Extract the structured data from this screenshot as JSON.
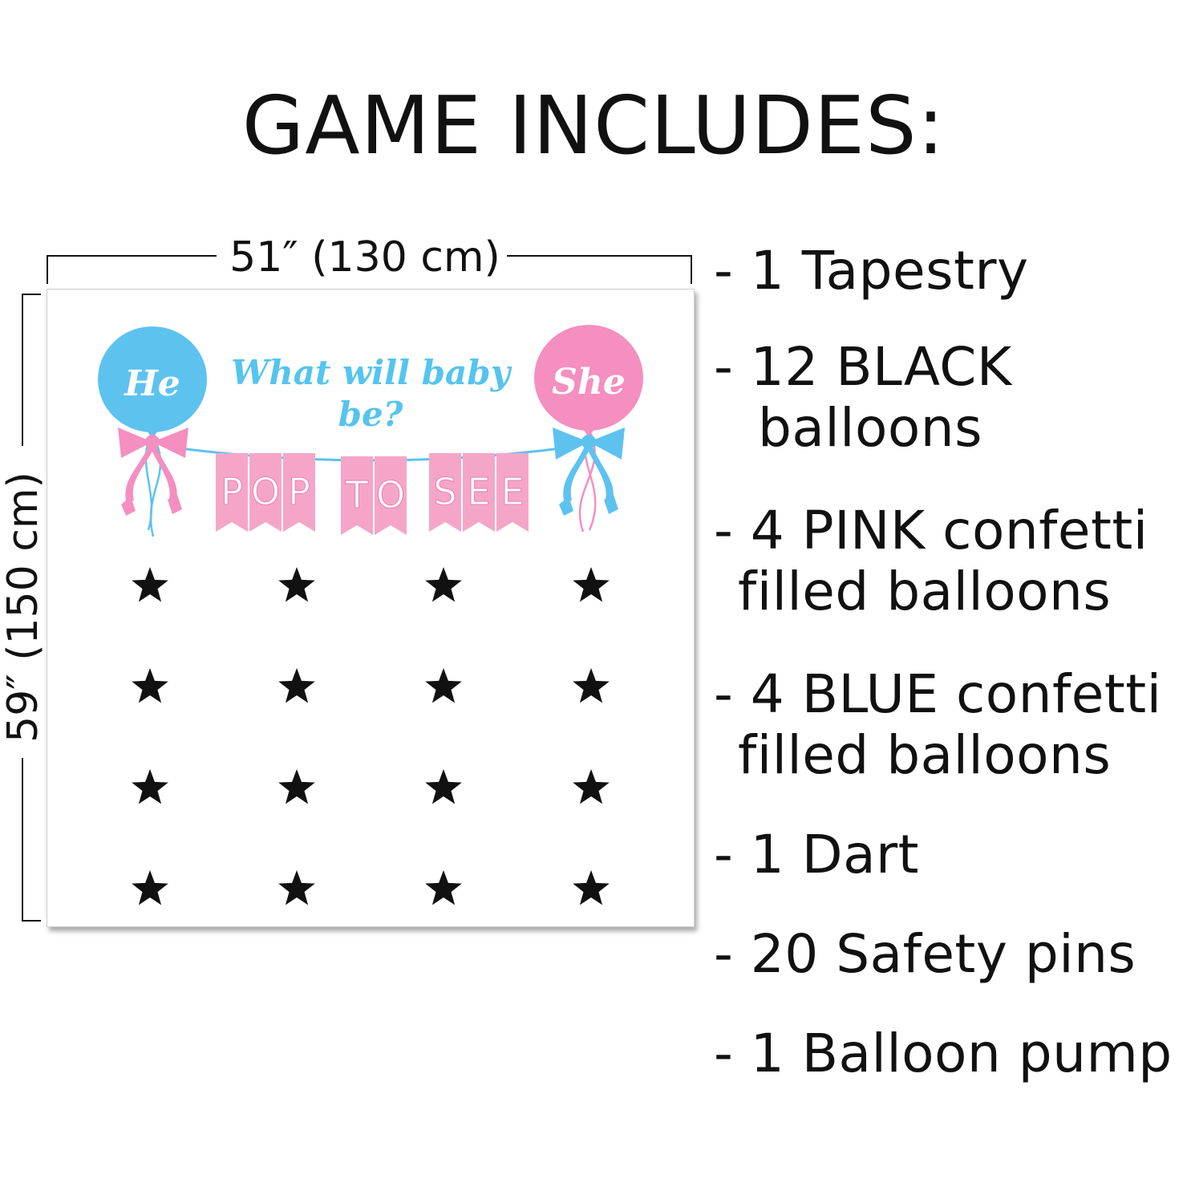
{
  "title": "GAME INCLUDES:",
  "dimensions": {
    "width_label": "51″ (130 cm)",
    "height_label": "59″ (150 cm)"
  },
  "tapestry": {
    "left_balloon_label": "He",
    "right_balloon_label": "She",
    "headline_line1": "What will baby",
    "headline_line2": "be?",
    "banner_letters": [
      "P",
      "O",
      "P",
      "T",
      "O",
      "S",
      "E",
      "E"
    ],
    "star_grid": {
      "rows": 4,
      "columns": 4
    },
    "colors": {
      "blue": "#5ec2ef",
      "pink": "#f48fbf",
      "headline_blue": "#55c4ee",
      "flag_pink": "#f5a6c8",
      "star": "#111111"
    }
  },
  "items": [
    {
      "line1": "- 1 Tapestry",
      "line2": ""
    },
    {
      "line1": "- 12 BLACK",
      "line2": "balloons"
    },
    {
      "line1": "- 4 PINK confetti",
      "line2": "filled balloons"
    },
    {
      "line1": "- 4 BLUE confetti",
      "line2": "filled balloons"
    },
    {
      "line1": "- 1 Dart",
      "line2": ""
    },
    {
      "line1": "- 20 Safety pins",
      "line2": ""
    },
    {
      "line1": "- 1 Balloon pump",
      "line2": ""
    }
  ]
}
